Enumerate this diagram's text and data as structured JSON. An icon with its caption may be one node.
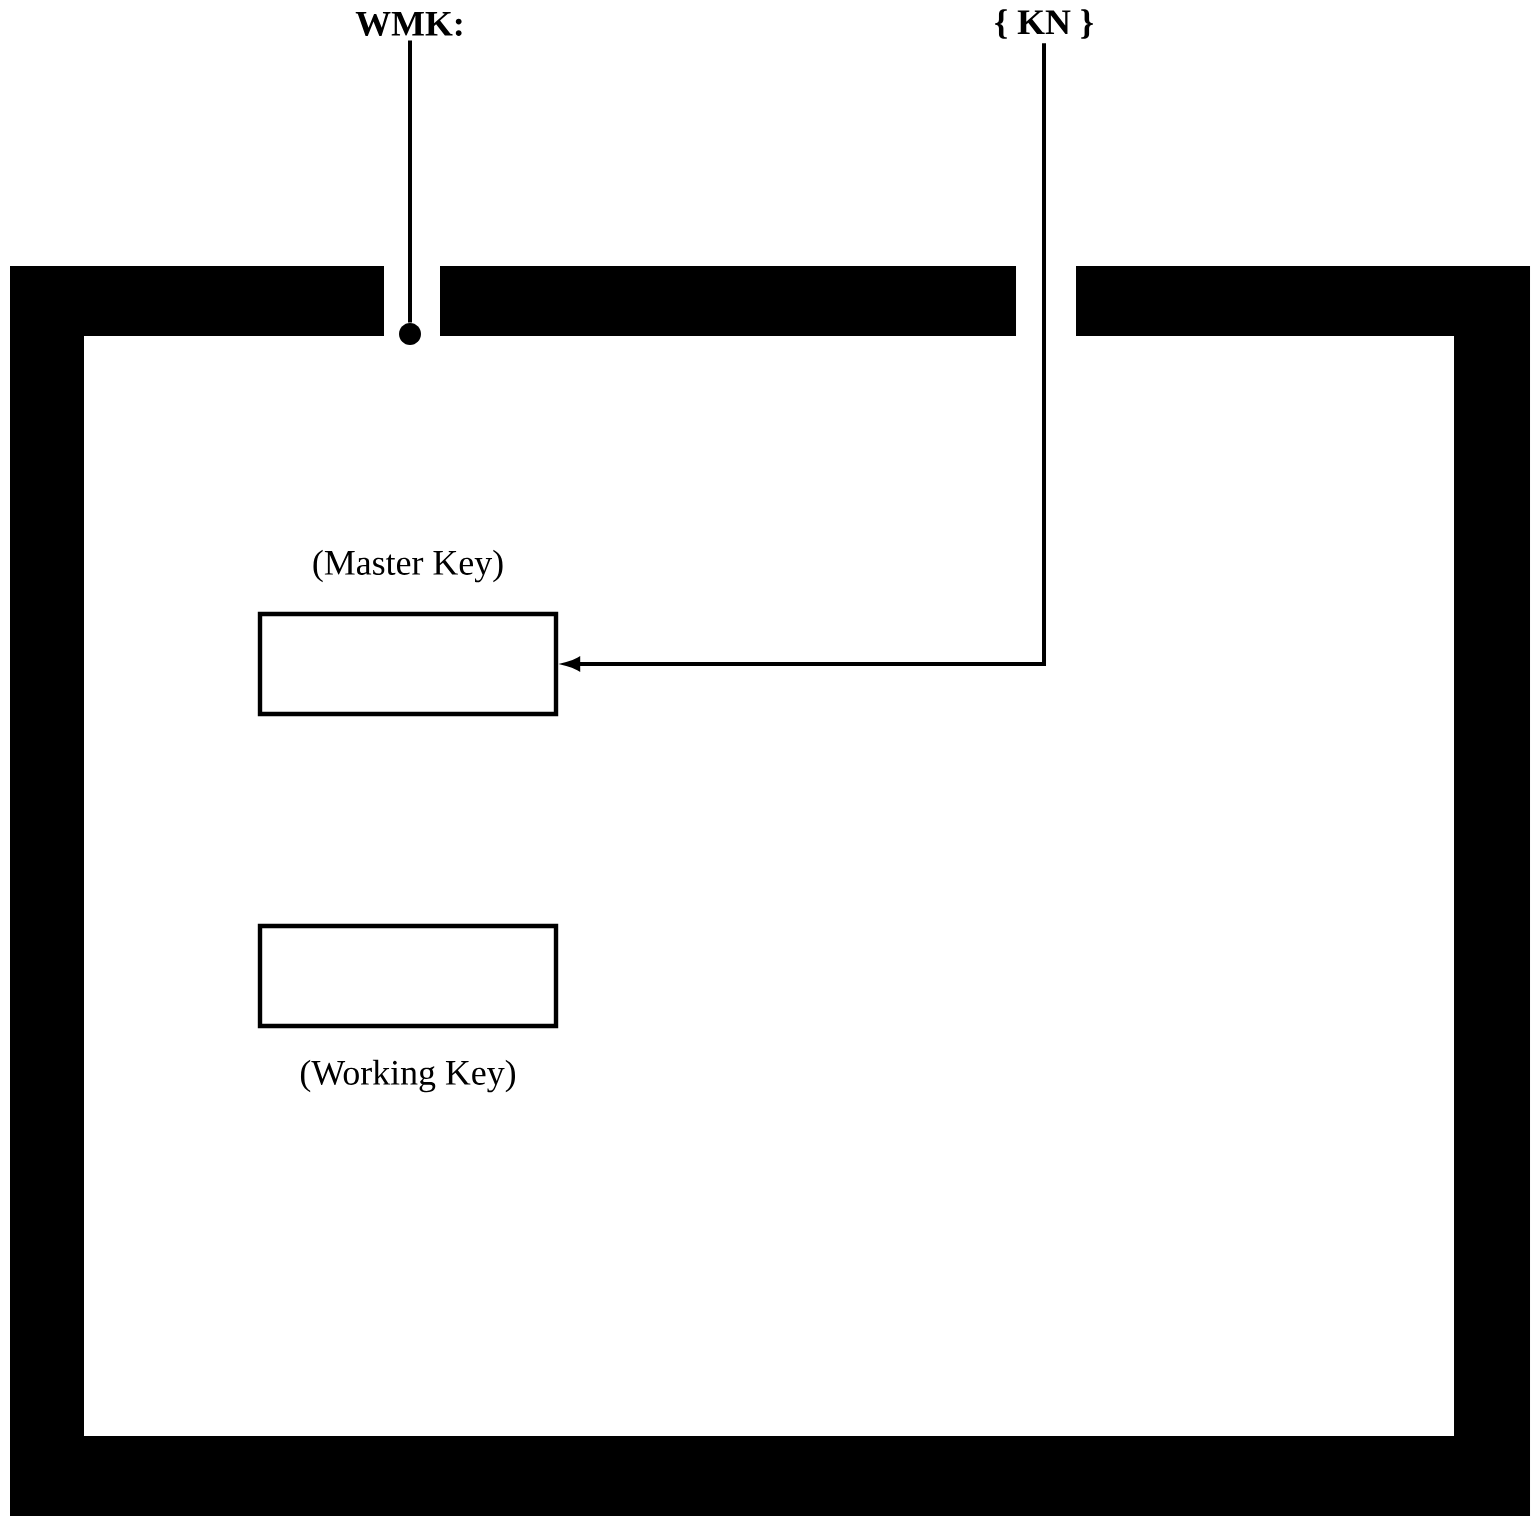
{
  "diagram": {
    "nodes": [
      {
        "text": [
          "WMK:"
        ]
      },
      {
        "text": [],
        "shape": "circle"
      },
      {
        "text": [
          "{ **KN** }"
        ]
      },
      {
        "text": [
          "(Master Key)"
        ]
      },
      {
        "text": [
          "(Working Key)"
        ]
      }
    ],
    "edges": [
      {
        "from": 0,
        "to": 1,
        "arrow": "none"
      },
      {
        "from": 2,
        "to": 3,
        "arrow": "to"
      }
    ]
  }
}
